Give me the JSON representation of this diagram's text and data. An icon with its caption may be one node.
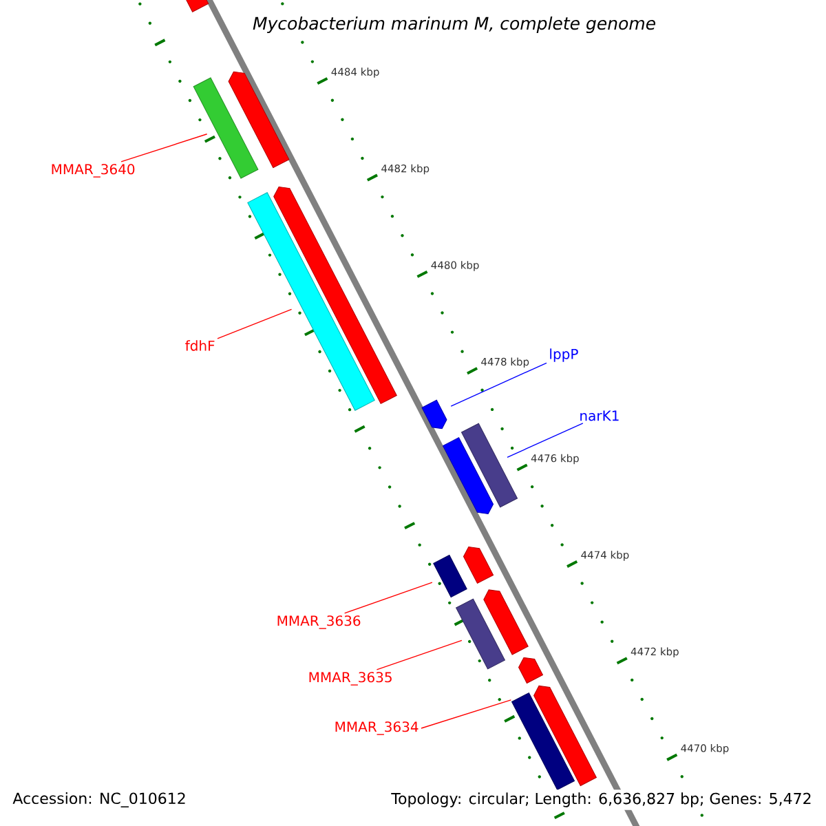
{
  "diagram": {
    "title": "Mycobacterium marinum M, complete genome",
    "nodes": [
      {
        "text": [
          "MMAR_3640"
        ]
      },
      {
        "text": [
          "fdhF"
        ]
      },
      {
        "text": [
          "lppP"
        ]
      },
      {
        "text": [
          "narK1"
        ]
      },
      {
        "text": [
          "MMAR_3636"
        ]
      },
      {
        "text": [
          "MMAR_3635"
        ]
      },
      {
        "text": [
          "MMAR_3634"
        ]
      },
      {
        "text": [],
        "shape": "pentagon"
      },
      {
        "text": [],
        "shape": "pentagon"
      },
      {
        "text": [],
        "shape": "bar"
      },
      {
        "text": [],
        "shape": "bar"
      },
      {
        "text": [],
        "shape": "pentagon"
      },
      {
        "text": [],
        "shape": "pentagon"
      },
      {
        "text": [],
        "shape": "pentagon"
      },
      {
        "text": [],
        "shape": "bar"
      },
      {
        "text": [],
        "shape": "bar"
      },
      {
        "text": [],
        "shape": "pentagon"
      },
      {
        "text": [],
        "shape": "bar"
      },
      {
        "text": [],
        "shape": "pentagon"
      },
      {
        "text": [],
        "shape": "pentagon"
      },
      {
        "text": [],
        "shape": "bar"
      },
      {
        "text": [],
        "shape": "pentagon"
      }
    ],
    "edges": [
      {
        "from": 0,
        "to": 9,
        "arrow": "none"
      },
      {
        "from": 1,
        "to": 10,
        "arrow": "none"
      },
      {
        "from": 2,
        "to": 12,
        "arrow": "none",
        "color": "#0000ff"
      },
      {
        "from": 3,
        "to": 14,
        "arrow": "none",
        "color": "#0000ff"
      },
      {
        "from": 4,
        "to": 15,
        "arrow": "none"
      },
      {
        "from": 5,
        "to": 17,
        "arrow": "none"
      },
      {
        "from": 6,
        "to": 20,
        "arrow": "none"
      }
    ],
    "labels": [
      "4484 kbp",
      "4482 kbp",
      "4480 kbp",
      "4478 kbp",
      "4476 kbp",
      "4474 kbp",
      "4472 kbp",
      "4470 kbp",
      "Accession: NC_010612",
      "Topology: circular; Length: 6,636,827 bp; Genes: 5,472"
    ]
  }
}
